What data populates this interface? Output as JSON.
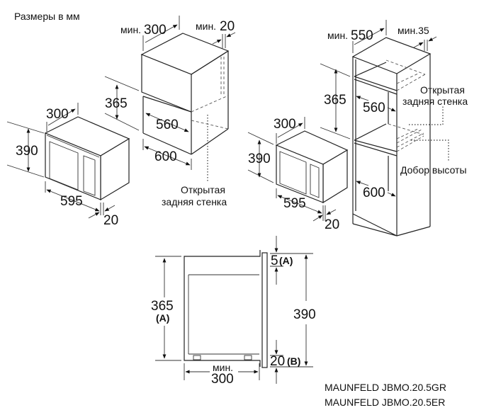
{
  "title": "Размеры в мм",
  "wall_cabinet": {
    "depth_prefix": "мин.",
    "depth": "300",
    "gap_prefix": "мин.",
    "gap": "20",
    "niche_height": "365",
    "inner_width": "560",
    "outer_width": "600",
    "open_back_line1": "Открытая",
    "open_back_line2": "задняя стенка"
  },
  "microwave_left": {
    "depth": "300",
    "height": "390",
    "width": "595",
    "frame": "20"
  },
  "tall_cabinet": {
    "depth_prefix": "мин.",
    "depth": "550",
    "gap": "мин.35",
    "niche_height": "365",
    "inner_width": "560",
    "outer_width": "600",
    "open_back_line1": "Открытая",
    "open_back_line2": "задняя стенка",
    "height_filler": "Добор высоты"
  },
  "microwave_right": {
    "depth": "300",
    "height": "390",
    "width": "595",
    "frame": "20"
  },
  "side_view": {
    "niche_height": "365",
    "niche_note": "(A)",
    "depth_prefix": "мин.",
    "depth": "300",
    "top_gap": "5",
    "top_gap_note": "(A)",
    "total_height": "390",
    "bottom_gap": "20",
    "bottom_gap_note": "(B)"
  },
  "models": [
    "MAUNFELD JBMO.20.5GR",
    "MAUNFELD JBMO.20.5ER"
  ]
}
